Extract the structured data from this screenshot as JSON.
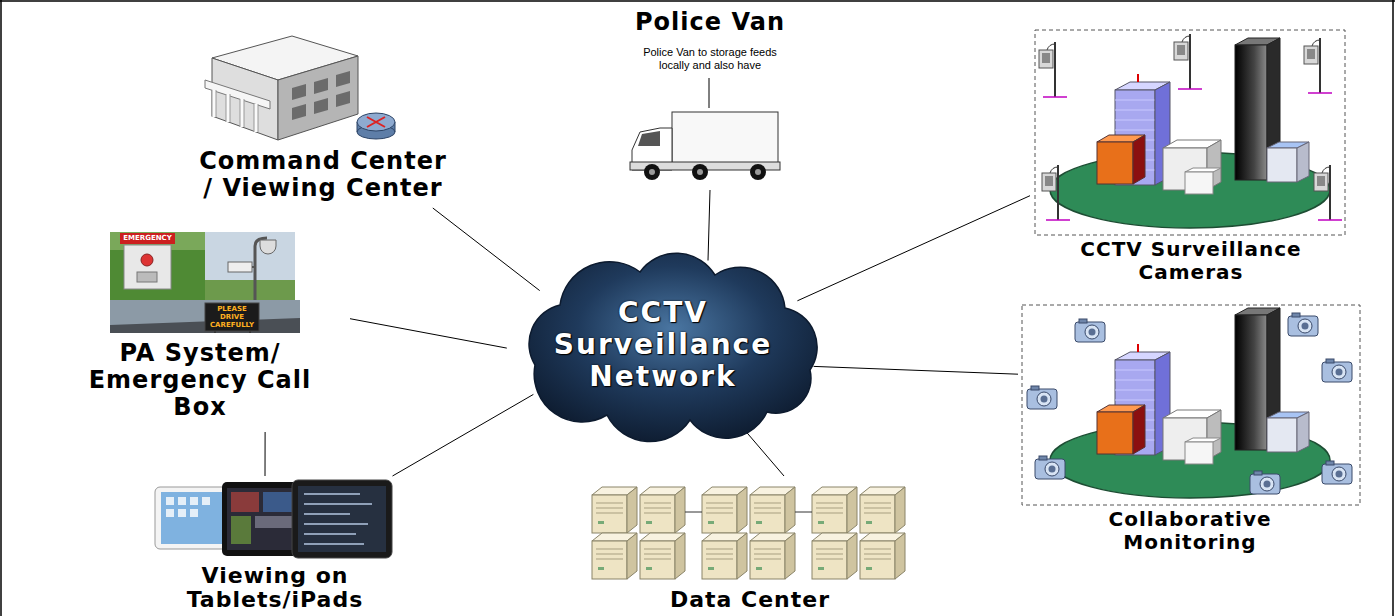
{
  "diagram": {
    "nodes": [
      {
        "text": [
          "Police Van",
          "Police Van to storage feeds locally and also have"
        ]
      },
      {
        "text": [
          "Command Center / Viewing Center"
        ]
      },
      {
        "text": [
          "CCTV Surveillance Cameras"
        ]
      },
      {
        "text": [
          "CCTV Surveillance Network"
        ]
      },
      {
        "text": [
          "PA System/ Emergency Call Box"
        ]
      },
      {
        "text": [
          "Collaborative Monitoring"
        ]
      },
      {
        "text": [
          "Viewing on Tablets/iPads"
        ]
      },
      {
        "text": [
          "Data Center"
        ]
      }
    ],
    "edges": [
      {
        "from": 3,
        "to": 1,
        "arrow": "none"
      },
      {
        "from": 3,
        "to": 0,
        "arrow": "none"
      },
      {
        "from": 3,
        "to": 2,
        "arrow": "none"
      },
      {
        "from": 3,
        "to": 5,
        "arrow": "none"
      },
      {
        "from": 3,
        "to": 7,
        "arrow": "none"
      },
      {
        "from": 3,
        "to": 6,
        "arrow": "none"
      },
      {
        "from": 3,
        "to": 4,
        "arrow": "none"
      },
      {
        "from": 4,
        "to": 6,
        "arrow": "none"
      }
    ],
    "labels": [
      "EMERGENCY",
      "PLEASE DRIVE CAREFULLY"
    ]
  }
}
